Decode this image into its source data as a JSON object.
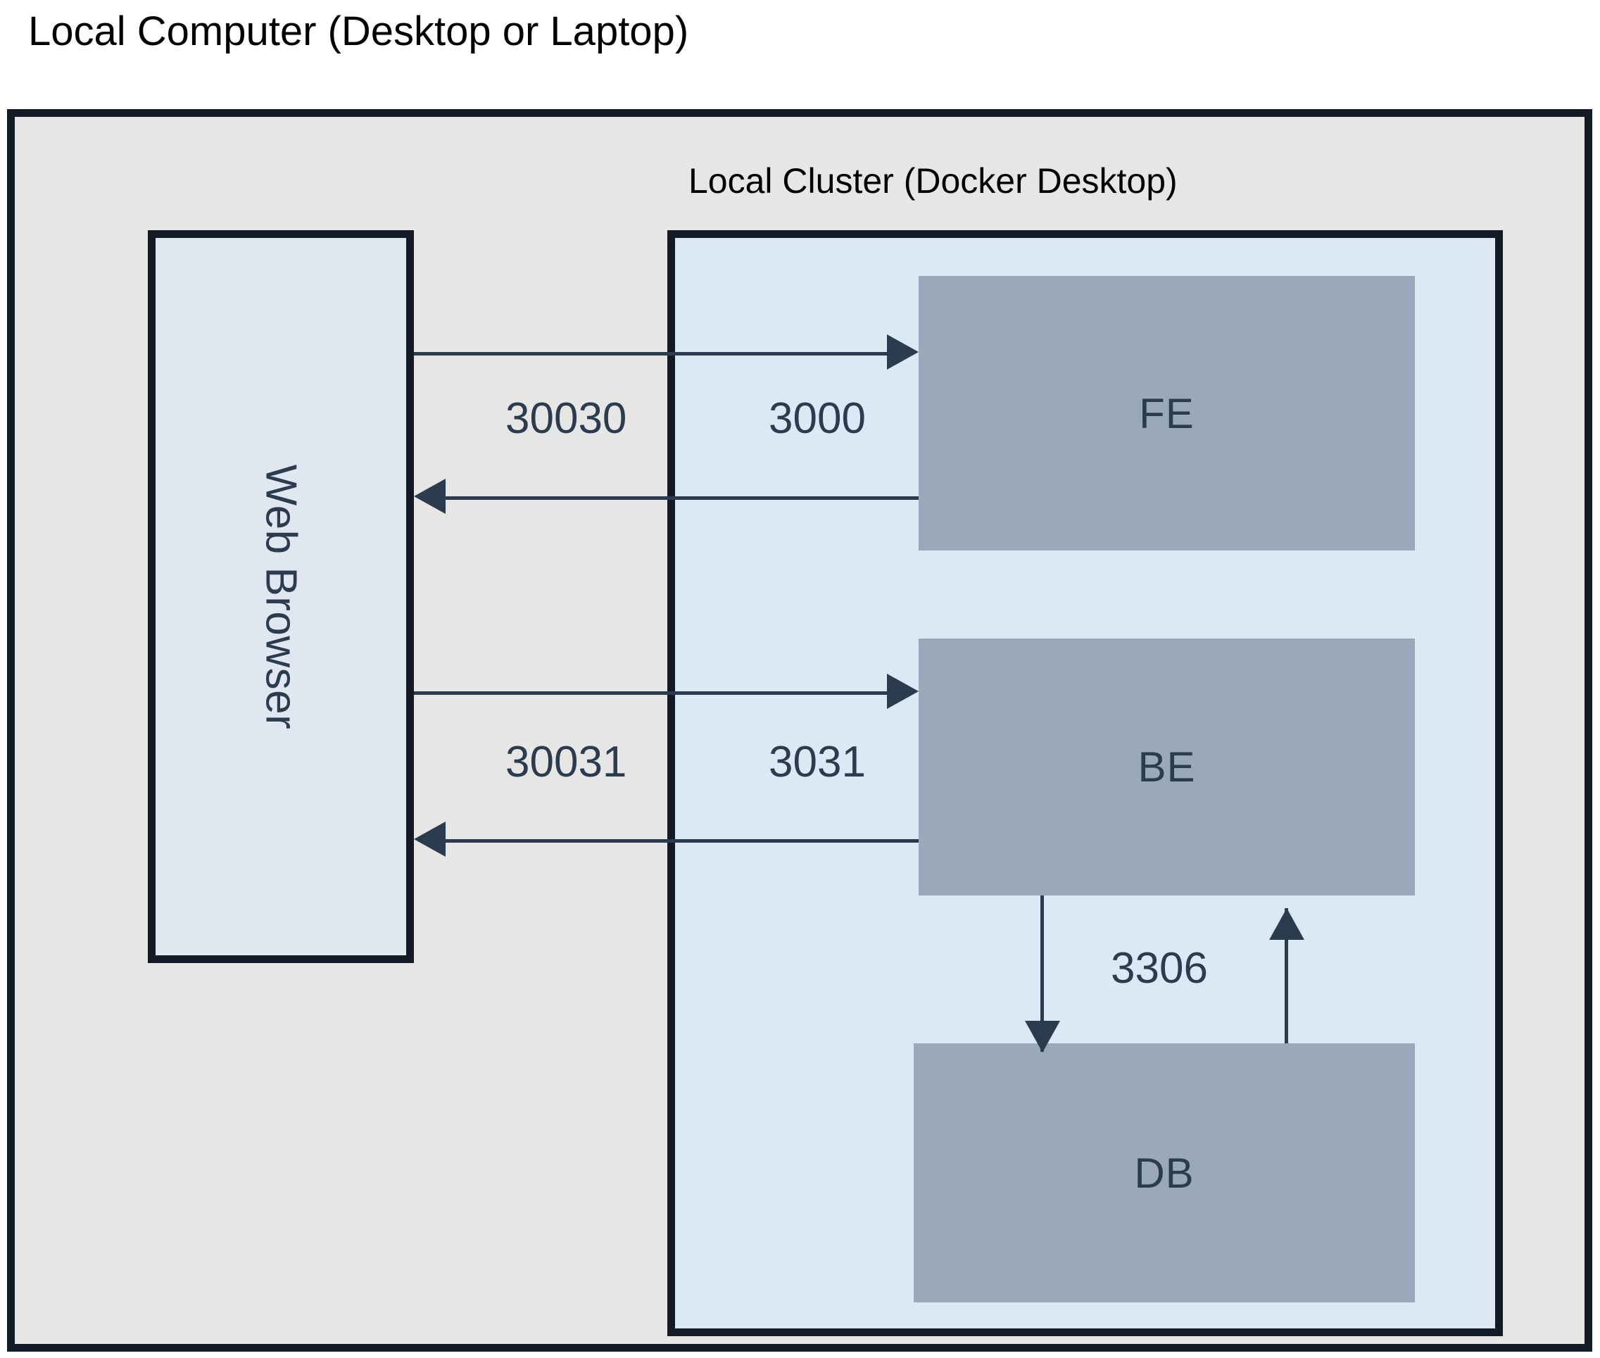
{
  "diagram": {
    "outer": {
      "title": "Local Computer (Desktop or Laptop)",
      "fill": "#e6e6e5",
      "stroke": "#131a26"
    },
    "cluster": {
      "title": "Local Cluster (Docker Desktop)",
      "fill": "#dce8f4",
      "stroke": "#131a26"
    },
    "browser": {
      "label": "Web Browser",
      "fill": "#e1e7f0",
      "stroke": "#131a26"
    },
    "nodes": [
      {
        "id": "fe",
        "label": "FE",
        "fill": "#9aa9b9"
      },
      {
        "id": "be",
        "label": "BE",
        "fill": "#9aa9b9"
      },
      {
        "id": "db",
        "label": "DB",
        "fill": "#9aa9b9"
      }
    ],
    "ports": {
      "fe_host": "30030",
      "fe_container": "3000",
      "be_host": "30031",
      "be_container": "3031",
      "db_port": "3306"
    },
    "edge_color": "#2b3c4e",
    "edges": [
      {
        "id": "browser-to-fe",
        "from": "Web Browser",
        "to": "FE",
        "direction": "right",
        "labels": [
          "30030",
          "3000"
        ]
      },
      {
        "id": "fe-to-browser",
        "from": "FE",
        "to": "Web Browser",
        "direction": "left",
        "labels": [
          "30030",
          "3000"
        ]
      },
      {
        "id": "browser-to-be",
        "from": "Web Browser",
        "to": "BE",
        "direction": "right",
        "labels": [
          "30031",
          "3031"
        ]
      },
      {
        "id": "be-to-browser",
        "from": "BE",
        "to": "Web Browser",
        "direction": "left",
        "labels": [
          "30031",
          "3031"
        ]
      },
      {
        "id": "be-to-db",
        "from": "BE",
        "to": "DB",
        "direction": "down",
        "labels": [
          "3306"
        ]
      },
      {
        "id": "db-to-be",
        "from": "DB",
        "to": "BE",
        "direction": "up",
        "labels": [
          "3306"
        ]
      }
    ]
  }
}
